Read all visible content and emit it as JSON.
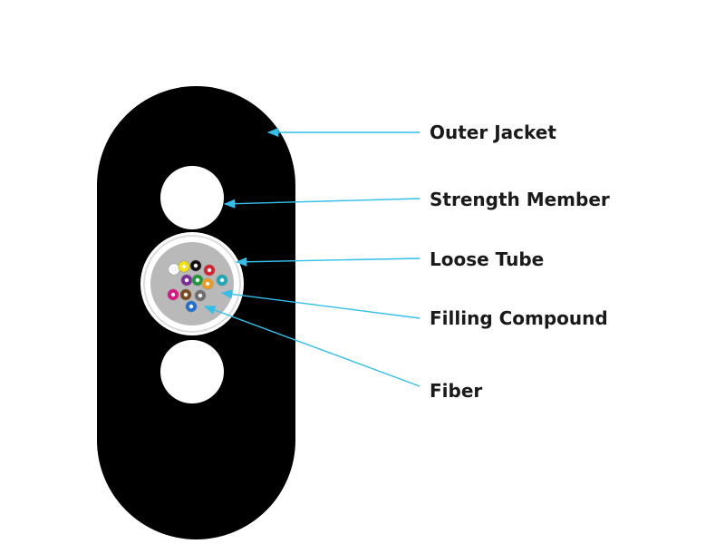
{
  "diagram": {
    "callouts": [
      {
        "id": "outer-jacket",
        "label": "Outer Jacket"
      },
      {
        "id": "strength-member",
        "label": "Strength Member"
      },
      {
        "id": "loose-tube",
        "label": "Loose Tube"
      },
      {
        "id": "filling-compound",
        "label": "Filling Compound"
      },
      {
        "id": "fiber",
        "label": "Fiber"
      }
    ],
    "fibers": [
      {
        "name": "fiber-white",
        "color": "#ffffff"
      },
      {
        "name": "fiber-yellow",
        "color": "#f5e400"
      },
      {
        "name": "fiber-black",
        "color": "#111111"
      },
      {
        "name": "fiber-red",
        "color": "#d8202a"
      },
      {
        "name": "fiber-aqua",
        "color": "#1aa9b8"
      },
      {
        "name": "fiber-violet",
        "color": "#7b2a9a"
      },
      {
        "name": "fiber-green",
        "color": "#1e9a3c"
      },
      {
        "name": "fiber-brown",
        "color": "#7a4a1f"
      },
      {
        "name": "fiber-orange",
        "color": "#f29a1c"
      },
      {
        "name": "fiber-rose",
        "color": "#e0127f"
      },
      {
        "name": "fiber-slate",
        "color": "#6e6e6e"
      },
      {
        "name": "fiber-blue",
        "color": "#1f6fd0"
      }
    ],
    "colors": {
      "jacket": "#000000",
      "strength_member": "#ffffff",
      "loose_tube": "#ffffff",
      "tube_ring": "#d9d9d9",
      "filling_compound": "#b9b9b9",
      "leader_line": "#33bfe8"
    }
  }
}
